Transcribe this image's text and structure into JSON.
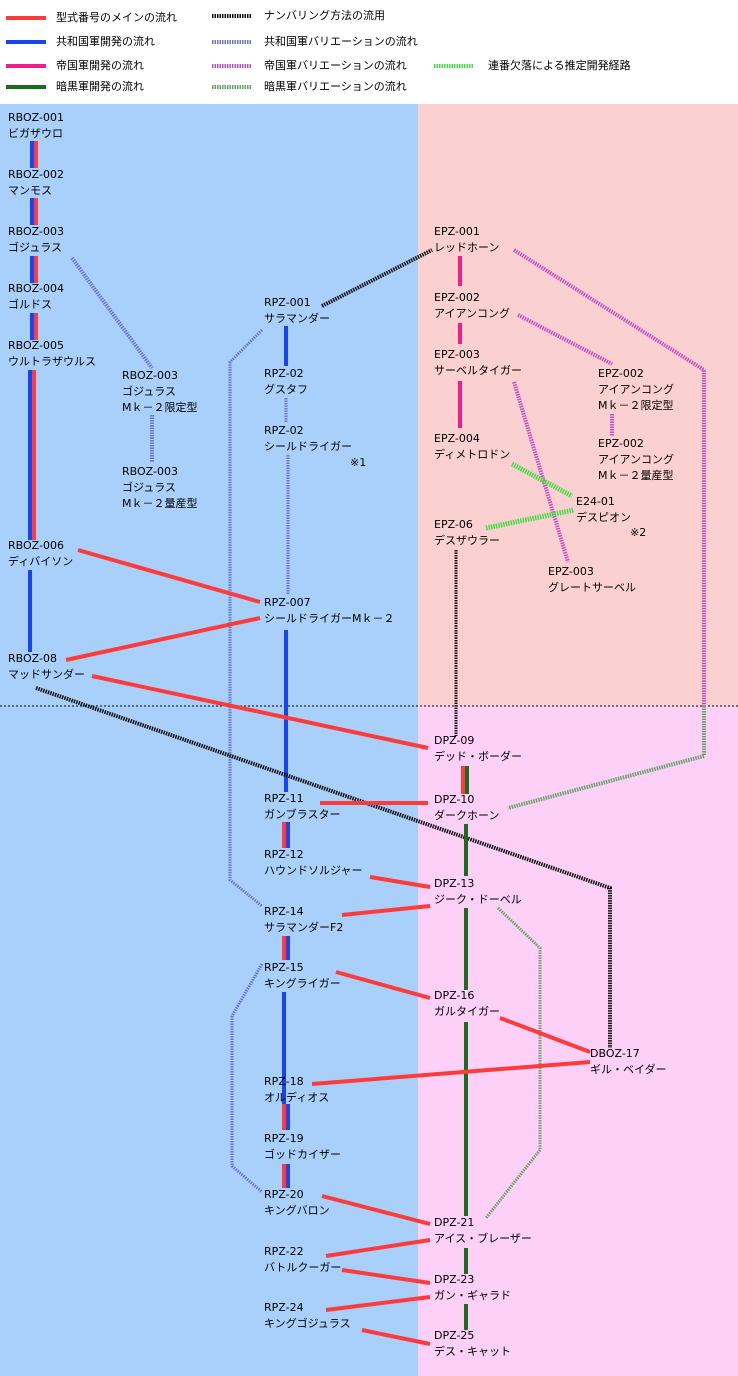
{
  "legend": [
    {
      "id": "main",
      "label": "型式番号のメインの流れ",
      "color": "#ff3b3b",
      "style": "solid"
    },
    {
      "id": "rep",
      "label": "共和国軍開発の流れ",
      "color": "#1a44ee",
      "style": "solid"
    },
    {
      "id": "emp",
      "label": "帝国軍開発の流れ",
      "color": "#ee1e8c",
      "style": "solid"
    },
    {
      "id": "dark",
      "label": "暗黒軍開発の流れ",
      "color": "#1e6a1e",
      "style": "solid"
    },
    {
      "id": "numbering",
      "label": "ナンバリング方法の流用",
      "color": "#111111",
      "style": "hatch"
    },
    {
      "id": "rep_var",
      "label": "共和国軍バリエーションの流れ",
      "color": "#6a78c8",
      "style": "hatch"
    },
    {
      "id": "emp_var",
      "label": "帝国軍バリエーションの流れ",
      "color": "#c050c8",
      "style": "hatch"
    },
    {
      "id": "dark_var",
      "label": "暗黒軍バリエーションの流れ",
      "color": "#6aa26a",
      "style": "hatch"
    },
    {
      "id": "missing",
      "label": "連番欠落による推定開発経路",
      "color": "#44dd44",
      "style": "hatch"
    }
  ],
  "nodes": [
    {
      "id": "rboz001",
      "lines": [
        "RBOZ-001",
        "ビガザウロ"
      ]
    },
    {
      "id": "rboz002",
      "lines": [
        "RBOZ-002",
        "マンモス"
      ]
    },
    {
      "id": "rboz003",
      "lines": [
        "RBOZ-003",
        "ゴジュラス"
      ]
    },
    {
      "id": "rboz004",
      "lines": [
        "RBOZ-004",
        "ゴルドス"
      ]
    },
    {
      "id": "rboz005",
      "lines": [
        "RBOZ-005",
        "ウルトラザウルス"
      ]
    },
    {
      "id": "rboz003l",
      "lines": [
        "RBOZ-003",
        "ゴジュラス",
        "Mｋ－２限定型"
      ]
    },
    {
      "id": "rboz003m",
      "lines": [
        "RBOZ-003",
        "ゴジュラス",
        "Mｋ－２量産型"
      ]
    },
    {
      "id": "rboz006",
      "lines": [
        "RBOZ-006",
        "ディバイソン"
      ]
    },
    {
      "id": "rboz08",
      "lines": [
        "RBOZ-08",
        "マッドサンダー"
      ]
    },
    {
      "id": "rpz001",
      "lines": [
        "RPZ-001",
        "サラマンダー"
      ]
    },
    {
      "id": "rpz02a",
      "lines": [
        "RPZ-02",
        "グスタフ"
      ]
    },
    {
      "id": "rpz02b",
      "lines": [
        "RPZ-02",
        "シールドライガー"
      ]
    },
    {
      "id": "rpz007",
      "lines": [
        "RPZ-007",
        "シールドライガーMｋ－２"
      ]
    },
    {
      "id": "rpz11",
      "lines": [
        "RPZ-11",
        "ガンブラスター"
      ]
    },
    {
      "id": "rpz12",
      "lines": [
        "RPZ-12",
        "ハウンドソルジャー"
      ]
    },
    {
      "id": "rpz14",
      "lines": [
        "RPZ-14",
        "サラマンダーF2"
      ]
    },
    {
      "id": "rpz15",
      "lines": [
        "RPZ-15",
        "キングライガー"
      ]
    },
    {
      "id": "rpz18",
      "lines": [
        "RPZ-18",
        "オルディオス"
      ]
    },
    {
      "id": "rpz19",
      "lines": [
        "RPZ-19",
        "ゴッドカイザー"
      ]
    },
    {
      "id": "rpz20",
      "lines": [
        "RPZ-20",
        "キングバロン"
      ]
    },
    {
      "id": "rpz22",
      "lines": [
        "RPZ-22",
        "バトルクーガー"
      ]
    },
    {
      "id": "rpz24",
      "lines": [
        "RPZ-24",
        "キングゴジュラス"
      ]
    },
    {
      "id": "epz001",
      "lines": [
        "EPZ-001",
        "レッドホーン"
      ]
    },
    {
      "id": "epz002",
      "lines": [
        "EPZ-002",
        "アイアンコング"
      ]
    },
    {
      "id": "epz003",
      "lines": [
        "EPZ-003",
        "サーベルタイガー"
      ]
    },
    {
      "id": "epz004",
      "lines": [
        "EPZ-004",
        "ディメトロドン"
      ]
    },
    {
      "id": "epz06",
      "lines": [
        "EPZ-06",
        "デスザウラー"
      ]
    },
    {
      "id": "epz002l",
      "lines": [
        "EPZ-002",
        "アイアンコング",
        "Mｋ－２限定型"
      ]
    },
    {
      "id": "epz002m",
      "lines": [
        "EPZ-002",
        "アイアンコング",
        "Mｋ－２量産型"
      ]
    },
    {
      "id": "e2401",
      "lines": [
        "E24-01",
        "デスピオン"
      ]
    },
    {
      "id": "epz003g",
      "lines": [
        "EPZ-003",
        "グレートサーベル"
      ]
    },
    {
      "id": "dpz09",
      "lines": [
        "DPZ-09",
        "デッド・ボーダー"
      ]
    },
    {
      "id": "dpz10",
      "lines": [
        "DPZ-10",
        "ダークホーン"
      ]
    },
    {
      "id": "dpz13",
      "lines": [
        "DPZ-13",
        "ジーク・ドーベル"
      ]
    },
    {
      "id": "dpz16",
      "lines": [
        "DPZ-16",
        "ガルタイガー"
      ]
    },
    {
      "id": "dboz17",
      "lines": [
        "DBOZ-17",
        "ギル・ベイダー"
      ]
    },
    {
      "id": "dpz21",
      "lines": [
        "DPZ-21",
        "アイス・ブレーザー"
      ]
    },
    {
      "id": "dpz23",
      "lines": [
        "DPZ-23",
        "ガン・ギャラド"
      ]
    },
    {
      "id": "dpz25",
      "lines": [
        "DPZ-25",
        "デス・キャット"
      ]
    }
  ],
  "notes": {
    "n1": "※1",
    "n2": "※2"
  }
}
